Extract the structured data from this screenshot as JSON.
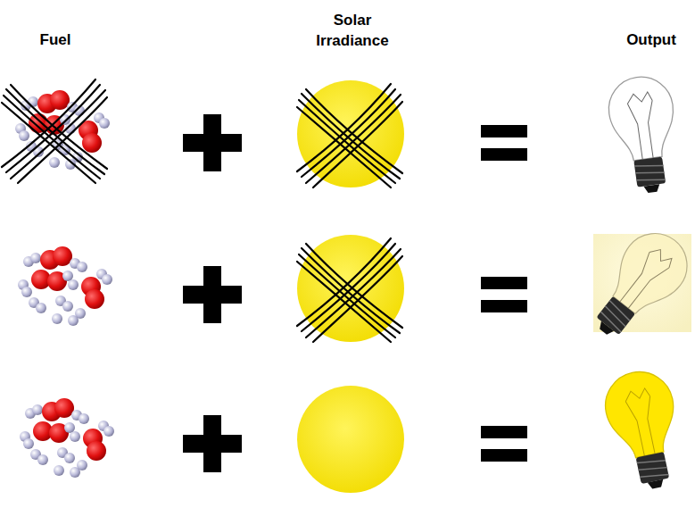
{
  "diagram": {
    "labels": [
      "Fuel",
      "Solar Irradiance",
      "Output"
    ]
  }
}
